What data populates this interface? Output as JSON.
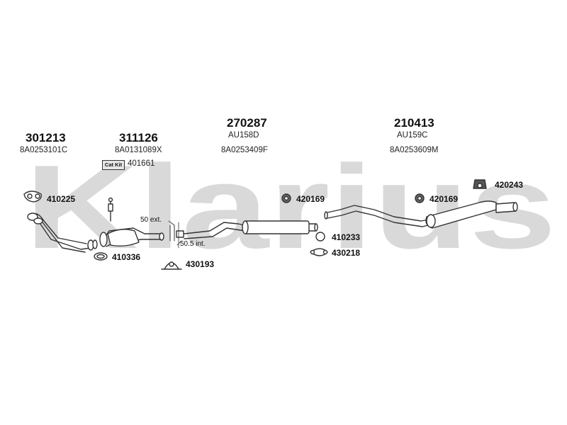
{
  "watermark": {
    "text": "Klarius"
  },
  "groups": [
    {
      "part_number": "301213",
      "oem_ref": "8A0253101C"
    },
    {
      "part_number": "311126",
      "oem_ref": "8A0131089X"
    },
    {
      "part_number": "270287",
      "model_code": "AU158D",
      "oem_ref": "8A0253409F"
    },
    {
      "part_number": "210413",
      "model_code": "AU159C",
      "oem_ref": "8A0253609M"
    }
  ],
  "cat_kit": {
    "badge": "Cat Kit",
    "part_number": "401661"
  },
  "fittings": [
    {
      "part_number": "410225"
    },
    {
      "part_number": "410336"
    },
    {
      "part_number": "430193"
    },
    {
      "part_number": "420169"
    },
    {
      "part_number": "410233"
    },
    {
      "part_number": "430218"
    },
    {
      "part_number": "420169"
    },
    {
      "part_number": "420243"
    }
  ],
  "dimensions": {
    "ext": "50 ext.",
    "int": "50.5 int."
  }
}
